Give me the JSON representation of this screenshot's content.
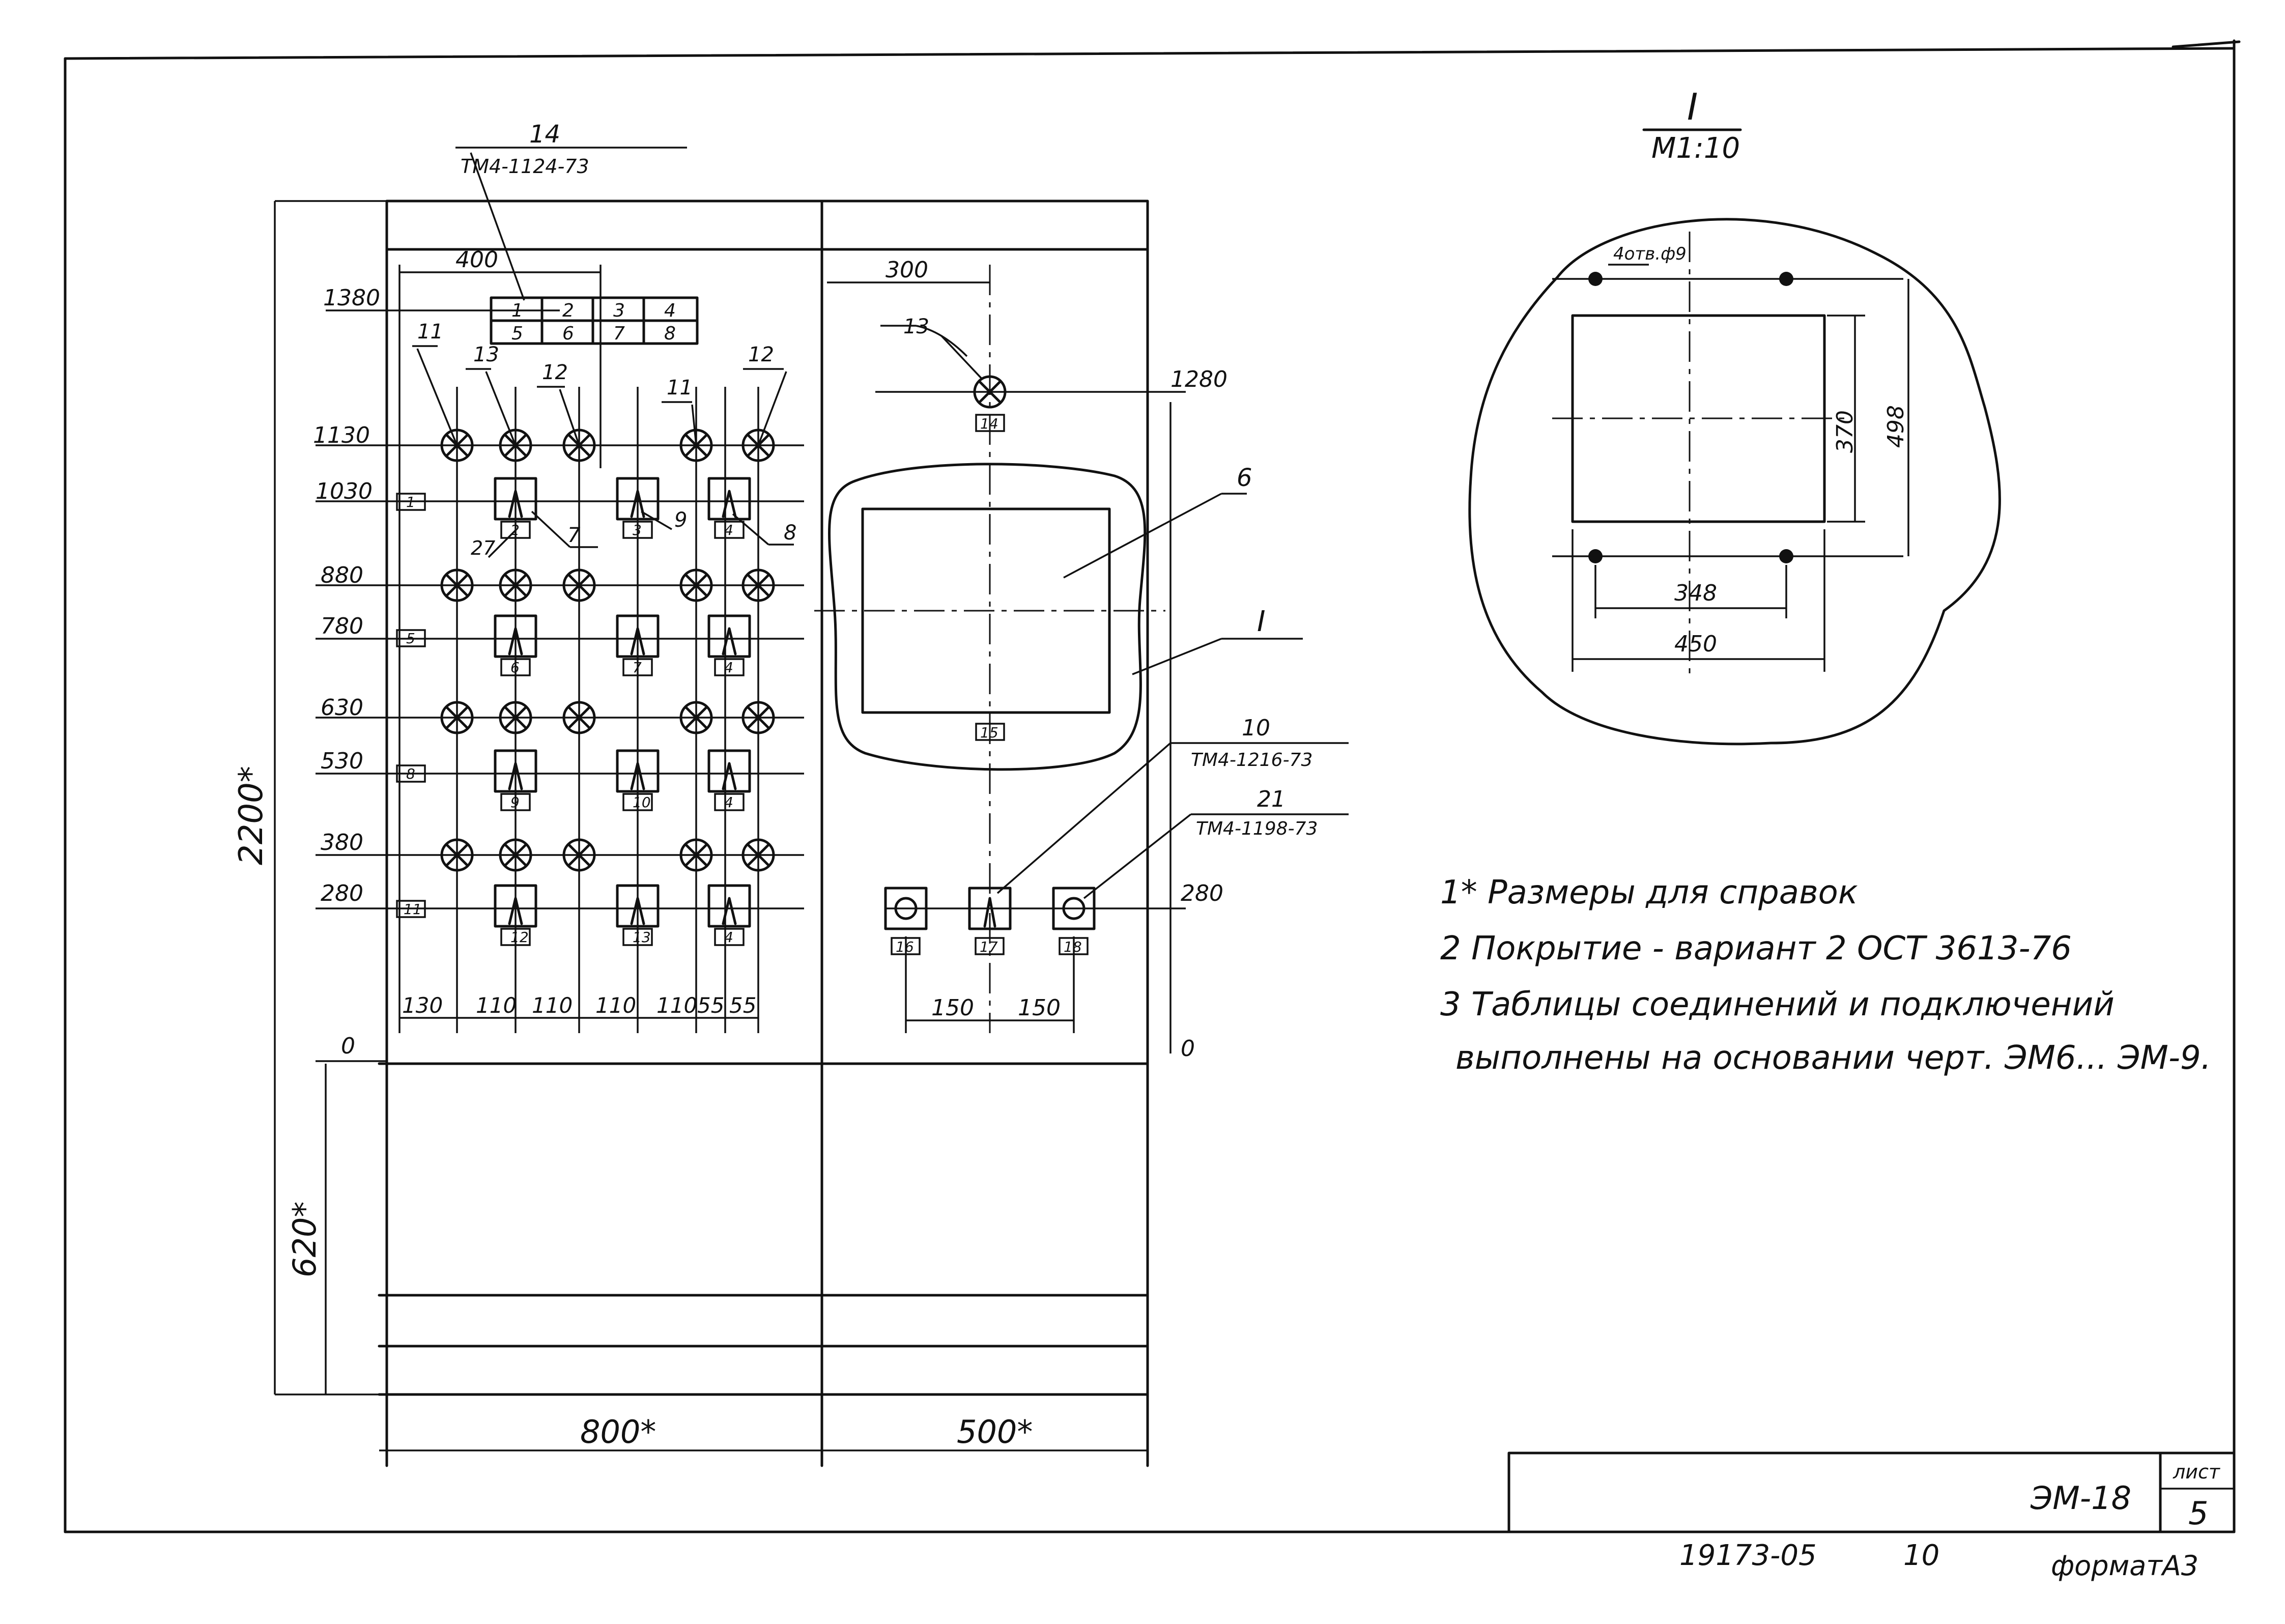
{
  "panel": {
    "callout_14_label": "14",
    "callout_14_doc": "ТМ4-1124-73",
    "dim_400": "400",
    "dim_300": "300",
    "label_table": [
      [
        "1",
        "2",
        "3",
        "4"
      ],
      [
        "5",
        "6",
        "7",
        "8"
      ]
    ],
    "left_row_levels": [
      "1380",
      "1130",
      "1030",
      "880",
      "780",
      "630",
      "530",
      "380",
      "280",
      "0"
    ],
    "right_levels": [
      "1280",
      "280",
      "0"
    ],
    "bottom_dims": [
      "130",
      "110",
      "110",
      "110",
      "110",
      "55",
      "55"
    ],
    "right_bottom_dims": [
      "150",
      "150"
    ],
    "height_total": "2200*",
    "height_base": "620*",
    "width_left": "800*",
    "width_right": "500*",
    "device_tags_left": [
      "1",
      "5",
      "8",
      "11"
    ],
    "device_tags": [
      "2",
      "3",
      "4",
      "6",
      "7",
      "4",
      "9",
      "10",
      "4",
      "12",
      "13",
      "4"
    ],
    "right_tags": [
      "14",
      "15",
      "16",
      "17",
      "18"
    ],
    "callouts_left": [
      "11",
      "13",
      "12",
      "11",
      "12",
      "27",
      "7",
      "9",
      "8"
    ],
    "callout_13_right": "13",
    "callout_6": "6",
    "callout_I": "I",
    "callout_10": "10",
    "callout_10_doc": "ТМ4-1216-73",
    "callout_21": "21",
    "callout_21_doc": "ТМ4-1198-73"
  },
  "detail": {
    "title": "I",
    "scale": "М1:10",
    "holes": "4отв.ф9",
    "dim_370": "370",
    "dim_498": "498",
    "dim_348": "348",
    "dim_450": "450"
  },
  "notes": [
    "1* Размеры для справок",
    "2  Покрытие - вариант 2 ОСТ 3613-76",
    "3 Таблицы соединений и подключений",
    "выполнены на основании черт. ЭМ6... ЭМ-9."
  ],
  "title_block": {
    "sheet_label": "лист",
    "doc_code": "ЭМ-18",
    "sheet_number": "5",
    "archive_number": "19173-05",
    "copy_number": "10",
    "format": "форматА3"
  }
}
